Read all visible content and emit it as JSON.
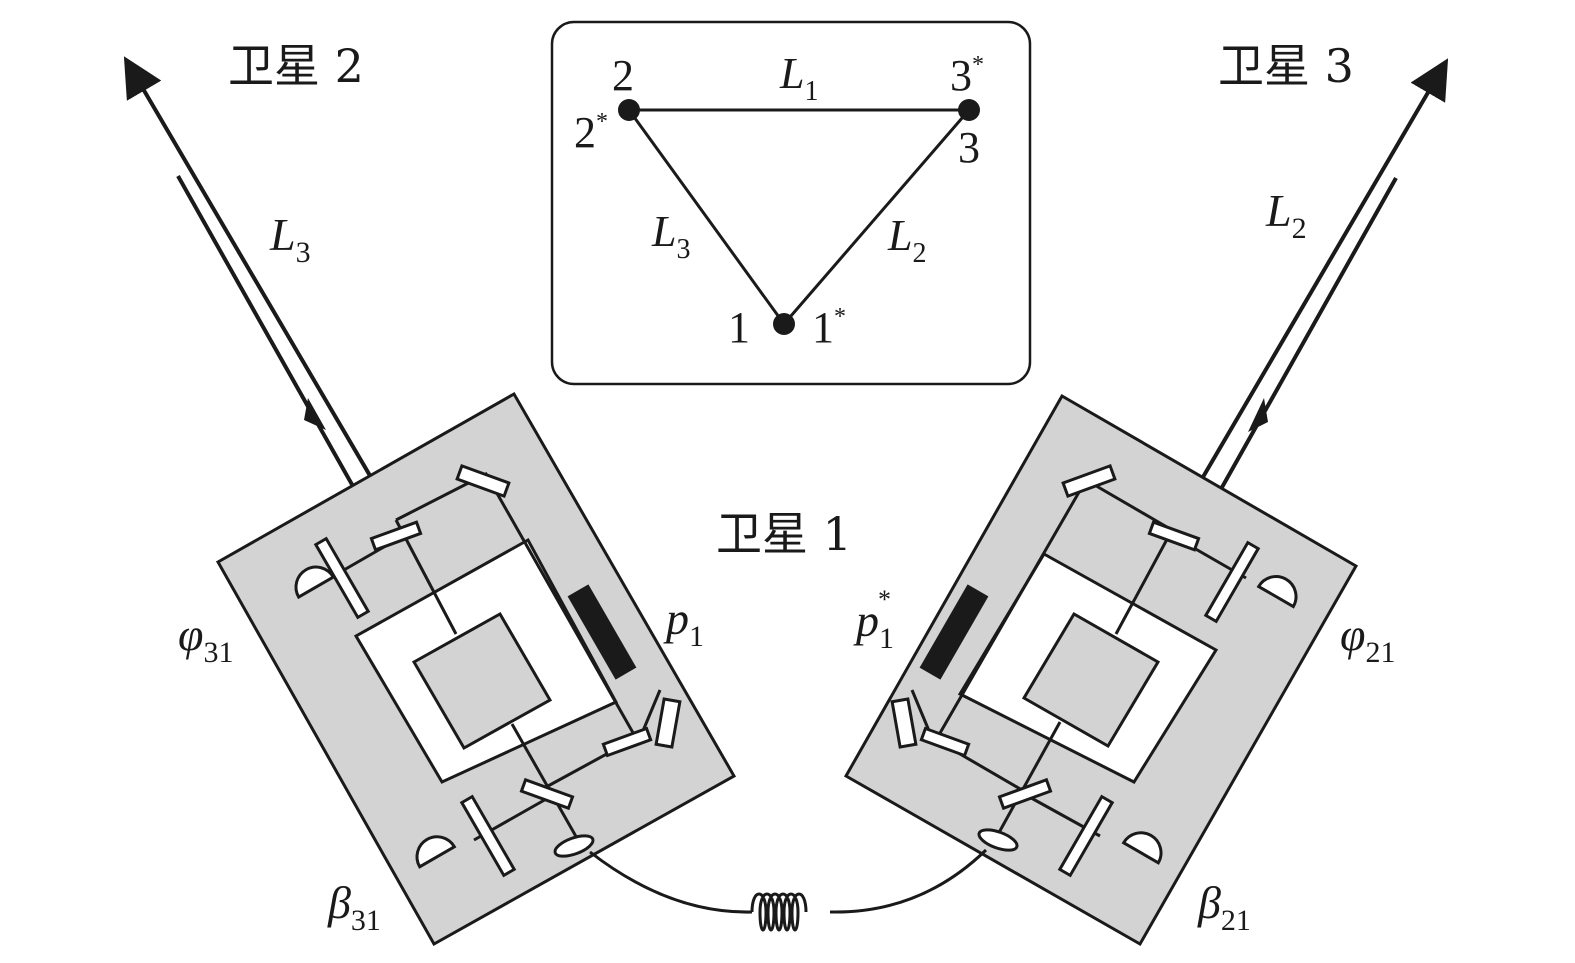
{
  "satellites": {
    "sat1": "卫星 1",
    "sat2": "卫星 2",
    "sat3": "卫星 3"
  },
  "arm_labels": {
    "left_arm": {
      "main": "L",
      "sub": "3"
    },
    "right_arm": {
      "main": "L",
      "sub": "2"
    }
  },
  "inset": {
    "top_arm": {
      "main": "L",
      "sub": "1"
    },
    "left_arm": {
      "main": "L",
      "sub": "3"
    },
    "right_arm": {
      "main": "L",
      "sub": "2"
    },
    "node_2": "2",
    "node_2_star": {
      "main": "2",
      "sup": "*"
    },
    "node_3_star": {
      "main": "3",
      "sup": "*"
    },
    "node_3": "3",
    "node_1": "1",
    "node_1_star": {
      "main": "1",
      "sup": "*"
    }
  },
  "bench_labels": {
    "phi_31": {
      "main": "φ",
      "sub": "31"
    },
    "beta_31": {
      "main": "β",
      "sub": "31"
    },
    "p_1": {
      "main": "p",
      "sub": "1"
    },
    "p_1_star": {
      "main": "p",
      "sub": "1",
      "sup": "*"
    },
    "phi_21": {
      "main": "φ",
      "sub": "21"
    },
    "beta_21": {
      "main": "β",
      "sub": "21"
    }
  },
  "colors": {
    "bench_fill": "#d3d3d3",
    "ink": "#1a1a1a"
  }
}
